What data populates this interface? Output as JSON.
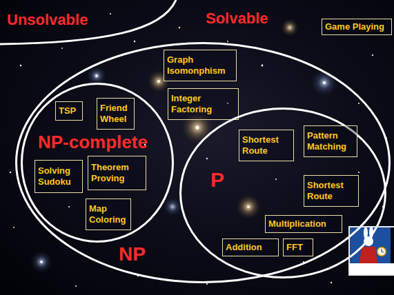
{
  "diagram": {
    "nodes": [
      {
        "text": [
          "Game Playing"
        ]
      },
      {
        "text": [
          "NP"
        ]
      },
      {
        "text": [
          "Graph Isomonphism"
        ],
        "in": 1
      },
      {
        "text": [
          "Integer Factoring"
        ],
        "in": 1
      },
      {
        "text": [
          "NP-complete"
        ],
        "in": 1
      },
      {
        "text": [
          "TSP"
        ],
        "in": 4
      },
      {
        "text": [
          "Friend Wheel"
        ],
        "in": 4
      },
      {
        "text": [
          "Solving Sudoku"
        ],
        "in": 4
      },
      {
        "text": [
          "Theorem Proving"
        ],
        "in": 4
      },
      {
        "text": [
          "Map Coloring"
        ],
        "in": 4
      },
      {
        "text": [
          "P"
        ],
        "in": 1
      },
      {
        "text": [
          "Shortest Route"
        ],
        "in": 10
      },
      {
        "text": [
          "Pattern Matching"
        ],
        "in": 10
      },
      {
        "text": [
          "Shortest Route"
        ],
        "in": 10
      },
      {
        "text": [
          "Multiplication"
        ],
        "in": 10
      },
      {
        "text": [
          "Addition"
        ],
        "in": 10
      },
      {
        "text": [
          "FFT"
        ],
        "in": 10
      },
      {
        "text": [
          "I’m late"
        ]
      }
    ],
    "labels": [
      "Unsolvable",
      "Solvable"
    ]
  }
}
